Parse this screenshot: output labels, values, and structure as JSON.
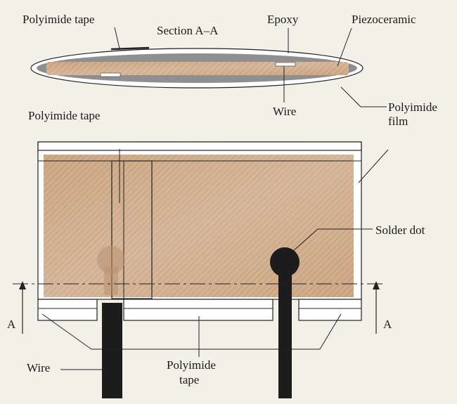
{
  "labels": {
    "section": "Section A–A",
    "polyimide_tape_top": "Polyimide tape",
    "epoxy": "Epoxy",
    "piezoceramic": "Piezoceramic",
    "polyimide_film_line1": "Polyimide",
    "polyimide_film_line2": "film",
    "wire_section": "Wire",
    "polyimide_tape_mid": "Polyimide tape",
    "solder_dot": "Solder dot",
    "cut_marker_left": "A",
    "cut_marker_right": "A",
    "wire_bottom": "Wire",
    "polyimide_tape_bottom_line1": "Polyimide",
    "polyimide_tape_bottom_line2": "tape"
  },
  "colors": {
    "background": "#f3f0e8",
    "piezoceramic": "#c9a27f",
    "epoxy": "#8f8f8f",
    "wire": "#1c1c1c",
    "outline": "#222222"
  }
}
